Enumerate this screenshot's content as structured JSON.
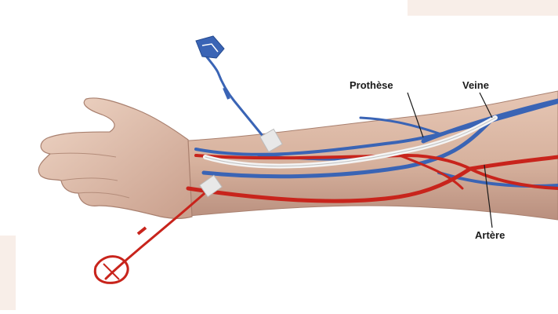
{
  "labels": {
    "prothese": "Prothèse",
    "veine": "Veine",
    "artere": "Artère"
  },
  "colors": {
    "skin": "#d9b7a3",
    "skin_shadow": "#b98f7e",
    "vein": "#3a64b5",
    "artery": "#c8241c",
    "graft": "#f4f4f4",
    "background": "#ffffff"
  },
  "icons": {
    "needle_venous": "needle-blue-icon",
    "needle_arterial": "needle-red-icon"
  }
}
